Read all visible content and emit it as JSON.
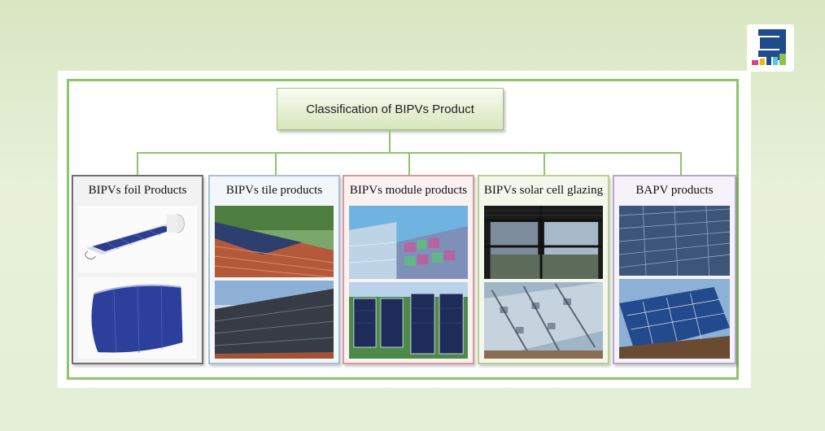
{
  "diagram": {
    "title": "Classification of BIPVs Product",
    "categories": [
      {
        "label": "BIPVs foil Products",
        "border_color": "#6f6f6f",
        "bg": "#f2f2f2"
      },
      {
        "label": "BIPVs tile products",
        "border_color": "#a8bfd6",
        "bg": "#f3f7fb"
      },
      {
        "label": "BIPVs module products",
        "border_color": "#d79a9a",
        "bg": "#fbf1f1"
      },
      {
        "label": "BIPVs solar cell glazing",
        "border_color": "#b8cf8f",
        "bg": "#f4f8ec"
      },
      {
        "label": "BAPV products",
        "border_color": "#b5a6cc",
        "bg": "#f5f2f9"
      }
    ]
  },
  "colors": {
    "connector": "#8cc56a",
    "frame": "#8cc56a"
  },
  "logo": {
    "icon": "sr-brand-logo"
  }
}
